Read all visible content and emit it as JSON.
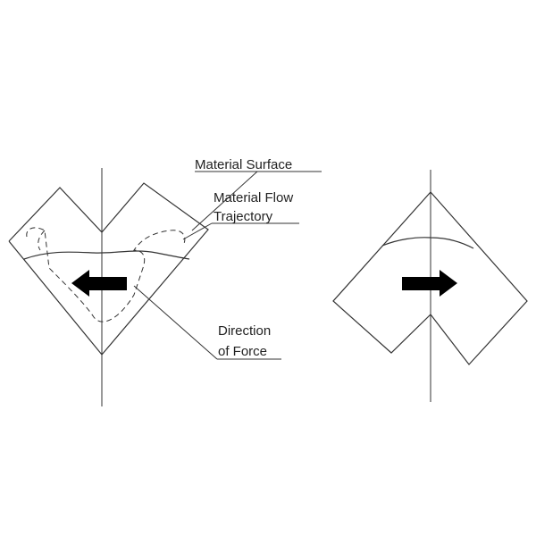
{
  "labels": {
    "material_surface": "Material Surface",
    "material_flow_line1": "Material Flow",
    "material_flow_line2": "Trajectory",
    "direction_line1": "Direction",
    "direction_line2": "of Force"
  },
  "colors": {
    "line": "#333333",
    "arrow": "#000000",
    "background": "#ffffff"
  },
  "icons": {
    "left_arrow": "arrow-left-icon",
    "right_arrow": "arrow-right-icon"
  }
}
